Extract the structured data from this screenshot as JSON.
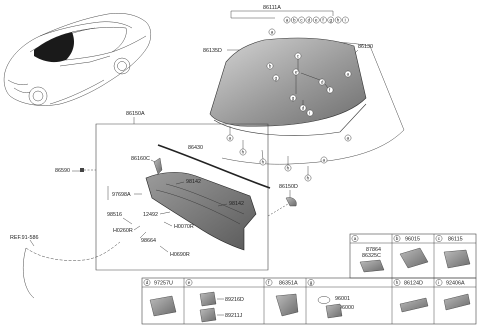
{
  "labels": {
    "windshield_assembly": "86111A",
    "windshield_glass": "86135D",
    "molding": "86130",
    "cowl_assembly": "86150A",
    "cowl_seal": "86430",
    "cowl_side": "86160C",
    "cowl_side_r": "86150D",
    "nozzle": "86590",
    "clip_97698a": "97698A",
    "part_98142_a": "98142",
    "part_98142_b": "98142",
    "part_98516": "98516",
    "part_12492": "12492",
    "h0260r": "H0260R",
    "h0070r": "H0070R",
    "part_98664": "98664",
    "h0690r": "H0690R",
    "reference": "REF.91-586"
  },
  "callouts": [
    "a",
    "b",
    "c",
    "d",
    "e",
    "f",
    "g",
    "h",
    "i"
  ],
  "legend": {
    "a": {
      "letter": "a",
      "parts": [
        "87864",
        "86325C"
      ]
    },
    "b": {
      "letter": "b",
      "parts": [
        "96015"
      ]
    },
    "c": {
      "letter": "c",
      "parts": [
        "86115"
      ]
    },
    "d": {
      "letter": "d",
      "parts": [
        "97257U"
      ]
    },
    "e": {
      "letter": "e",
      "parts": [
        "89216D",
        "89211J"
      ]
    },
    "f": {
      "letter": "f",
      "parts": [
        "86351A"
      ]
    },
    "g": {
      "letter": "g",
      "parts": [
        "96001",
        "96000"
      ]
    },
    "h": {
      "letter": "h",
      "parts": [
        "86124D"
      ]
    },
    "i": {
      "letter": "i",
      "parts": [
        "92406A"
      ]
    }
  },
  "colors": {
    "glass_light": "#c9c9c9",
    "glass_dark": "#7a7a7a",
    "cowl_dark": "#6f6f6f",
    "line": "#333333"
  }
}
